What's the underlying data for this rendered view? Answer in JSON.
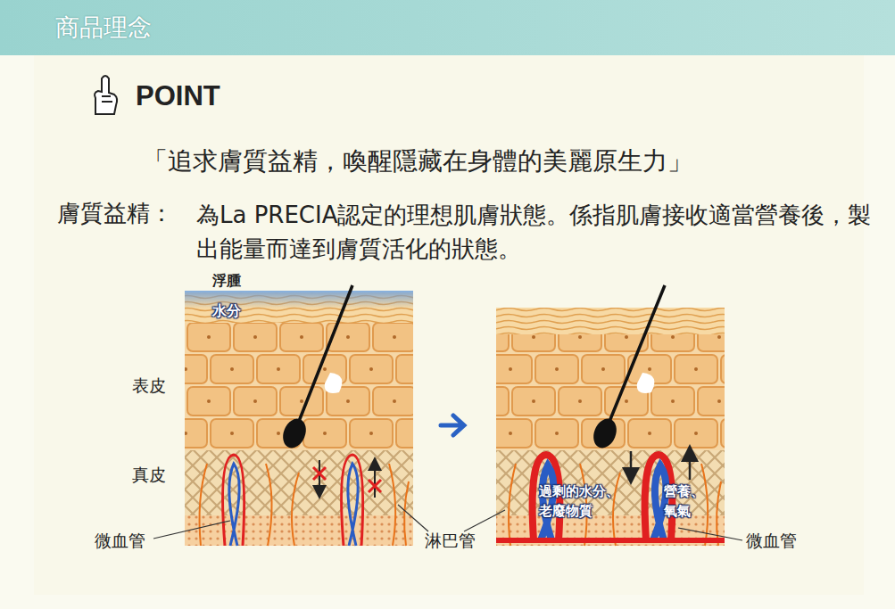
{
  "diagram": {
    "nodes": [
      {
        "text": [
          "商品理念"
        ]
      }
    ],
    "labels": [
      "POINT",
      "「追求膚質益精，喚醒隱藏在身體的美麗原生力」",
      "膚質益精：",
      "為La PRECIA認定的理想肌膚狀態。係指肌膚接收適當營養後，製出能量而達到膚質活化的狀態。",
      "浮腫",
      "水分",
      "表皮",
      "真皮",
      "微血管",
      "淋巴管",
      "過剩的水分、 老廢物質",
      "營養、 氧氣",
      "微血管"
    ]
  }
}
